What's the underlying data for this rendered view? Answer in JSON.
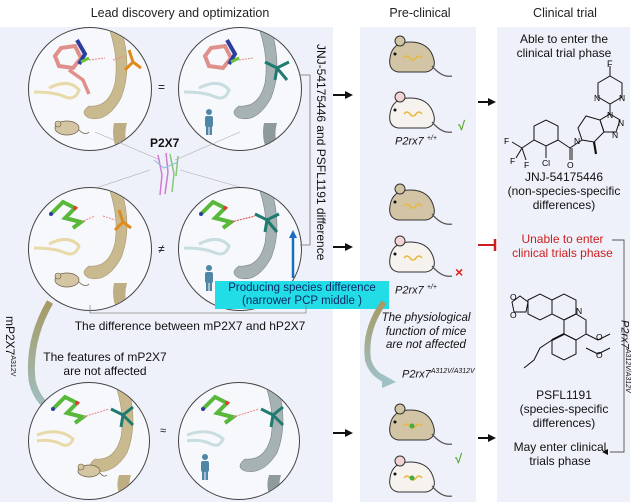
{
  "headers": {
    "lead": "Lead discovery and optimization",
    "preclinical": "Pre-clinical",
    "clinical": "Clinical trial"
  },
  "lead": {
    "comparisons": [
      {
        "symbol": "=",
        "left_species": "mouse",
        "right_species": "human"
      },
      {
        "symbol": "≠",
        "left_species": "mouse",
        "right_species": "human"
      },
      {
        "symbol": "≈",
        "left_species": "mouse",
        "right_species": "human"
      }
    ],
    "protein_label": "P2X7",
    "compound_difference_label": "JNJ-54175446 and PSFL1191 difference",
    "species_difference_badge": [
      "Producing species difference",
      "(narrower PCP middle   )"
    ],
    "difference_caption": "The difference between mP2X7 and hP2X7",
    "mutant_label": "mP2X7",
    "mutant_sup": "A312V",
    "features_caption": [
      "The features of mP2X7",
      "are not affected"
    ]
  },
  "preclinical": {
    "genotype_wt": "P2rx7",
    "genotype_wt_sup": "+/+",
    "genotype_mut": "P2rx7",
    "genotype_mut_sup": "A312V/A312V",
    "physiology_caption": [
      "The physiological",
      "function of mice",
      "are not affected"
    ],
    "marks": {
      "check": "√",
      "cross": "×"
    },
    "colors": {
      "check": "#5aa832",
      "cross": "#e02020"
    }
  },
  "clinical": {
    "able_caption": [
      "Able to enter the",
      "clinical trial phase"
    ],
    "compound1_name": "JNJ-54175446",
    "compound1_note": [
      "(non-species-specific",
      "differences)"
    ],
    "unable_caption": [
      "Unable to enter",
      "clinical trials phase"
    ],
    "compound2_name": "PSFL1191",
    "compound2_note": [
      "(species-specific",
      "differences)"
    ],
    "may_caption": [
      "May enter clinical",
      "trials phase"
    ],
    "side_label": "P2rx7",
    "side_sup": "A312V/A312V",
    "colors": {
      "unable": "#cc1f1f"
    }
  },
  "atoms": {
    "F": "F",
    "N": "N",
    "Cl": "Cl",
    "O": "O"
  }
}
